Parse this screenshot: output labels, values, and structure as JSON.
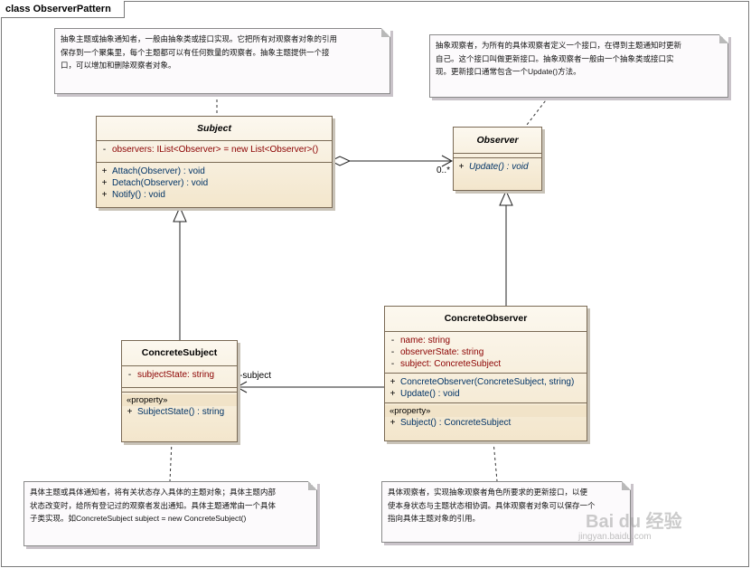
{
  "frame": {
    "title": "class ObserverPattern"
  },
  "classes": {
    "subject": {
      "name": "Subject",
      "attributes": [
        {
          "vis": "-",
          "text": "observers:  IList<Observer> = new List<Observer>()"
        }
      ],
      "operations": [
        {
          "vis": "+",
          "text": "Attach(Observer) : void"
        },
        {
          "vis": "+",
          "text": "Detach(Observer) : void"
        },
        {
          "vis": "+",
          "text": "Notify() : void"
        }
      ]
    },
    "observer": {
      "name": "Observer",
      "operations": [
        {
          "vis": "+",
          "text": "Update() : void"
        }
      ]
    },
    "concrete_subject": {
      "name": "ConcreteSubject",
      "attributes": [
        {
          "vis": "-",
          "text": "subjectState:  string"
        }
      ],
      "stereotype": "«property»",
      "operations": [
        {
          "vis": "+",
          "text": "SubjectState() : string"
        }
      ]
    },
    "concrete_observer": {
      "name": "ConcreteObserver",
      "attributes": [
        {
          "vis": "-",
          "text": "name:  string"
        },
        {
          "vis": "-",
          "text": "observerState:  string"
        },
        {
          "vis": "-",
          "text": "subject:  ConcreteSubject"
        }
      ],
      "operations": [
        {
          "vis": "+",
          "text": "ConcreteObserver(ConcreteSubject, string)"
        },
        {
          "vis": "+",
          "text": "Update() : void"
        }
      ],
      "stereotype": "«property»",
      "operations2": [
        {
          "vis": "+",
          "text": "Subject() : ConcreteSubject"
        }
      ]
    }
  },
  "relations": {
    "multiplicity": "0..*",
    "role": "-subject"
  },
  "notes": {
    "subject_note": [
      "抽象主题或抽象通知者，一般由抽象类或接口实现。它把所有对观察者对象的引用",
      "保存到一个聚集里，每个主题都可以有任何数量的观察者。抽象主题提供一个接",
      "口，可以增加和删除观察者对象。"
    ],
    "observer_note": [
      "抽象观察者，为所有的具体观察者定义一个接口，在得到主题通知时更新",
      "自己。这个接口叫做更新接口。抽象观察者一般由一个抽象类或接口实",
      "现。更新接口通常包含一个Update()方法。"
    ],
    "concrete_subject_note": [
      "具体主题或具体通知者，将有关状态存入具体的主题对象；具体主题内部",
      "状态改变时，给所有登记过的观察者发出通知。具体主题通常由一个具体",
      "子类实现。如ConcreteSubject subject = new ConcreteSubject()"
    ],
    "concrete_observer_note": [
      "具体观察者，实现抽象观察者角色所要求的更新接口，以便",
      "使本身状态与主题状态相协调。具体观察者对象可以保存一个",
      "指向具体主题对象的引用。"
    ]
  },
  "watermark": {
    "brand": "Bai du 经验",
    "url": "jingyan.baidu.com"
  }
}
